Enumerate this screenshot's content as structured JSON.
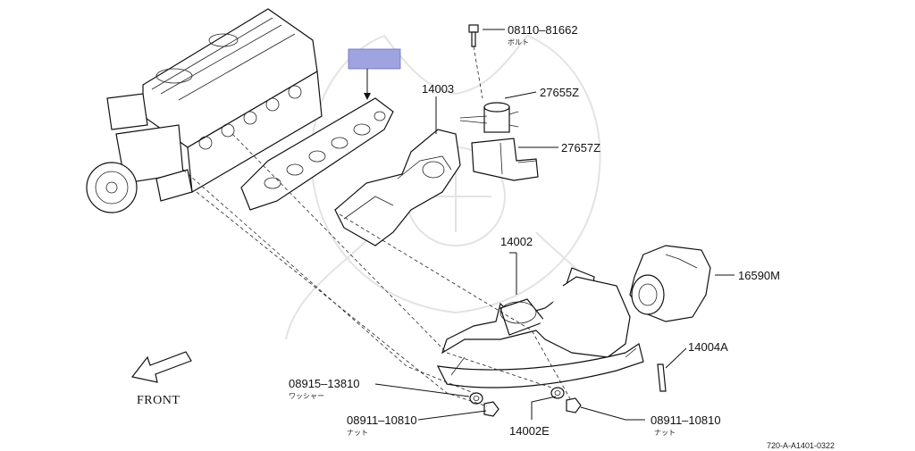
{
  "diagram": {
    "parts": [
      {
        "number": "08110–81662",
        "name": "ボルト"
      },
      {
        "number": "27655Z"
      },
      {
        "number": "14003"
      },
      {
        "number": "27657Z"
      },
      {
        "number": "14002"
      },
      {
        "number": "16590M"
      },
      {
        "number": "14004A"
      },
      {
        "number": "08915–13810",
        "name": "ワッシャー"
      },
      {
        "number": "08911–10810",
        "name": "ナット"
      },
      {
        "number": "14002E"
      },
      {
        "number": "08911–10810",
        "name": "ナット"
      }
    ],
    "front_label": "FRONT",
    "reference_code": "720-A-A1401-0322",
    "highlight_color": "#9fa3e0"
  }
}
